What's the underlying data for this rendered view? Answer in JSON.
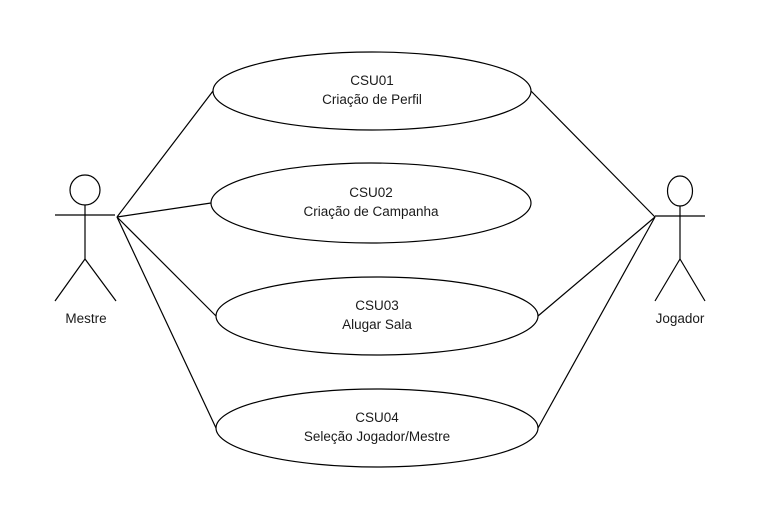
{
  "actors": {
    "left": {
      "name": "Mestre",
      "icon": "stick-figure-icon"
    },
    "right": {
      "name": "Jogador",
      "icon": "stick-figure-icon"
    }
  },
  "use_cases": [
    {
      "id": "CSU01",
      "title": "Criação de Perfil"
    },
    {
      "id": "CSU02",
      "title": "Criação de Campanha"
    },
    {
      "id": "CSU03",
      "title": "Alugar Sala"
    },
    {
      "id": "CSU04",
      "title": "Seleção Jogador/Mestre"
    }
  ],
  "associations": [
    {
      "actor": "Mestre",
      "use_case": "CSU01"
    },
    {
      "actor": "Mestre",
      "use_case": "CSU02"
    },
    {
      "actor": "Mestre",
      "use_case": "CSU03"
    },
    {
      "actor": "Mestre",
      "use_case": "CSU04"
    },
    {
      "actor": "Jogador",
      "use_case": "CSU01"
    },
    {
      "actor": "Jogador",
      "use_case": "CSU03"
    },
    {
      "actor": "Jogador",
      "use_case": "CSU04"
    }
  ],
  "colors": {
    "stroke": "#000000",
    "fill": "#ffffff",
    "text": "#1a1a1a"
  }
}
